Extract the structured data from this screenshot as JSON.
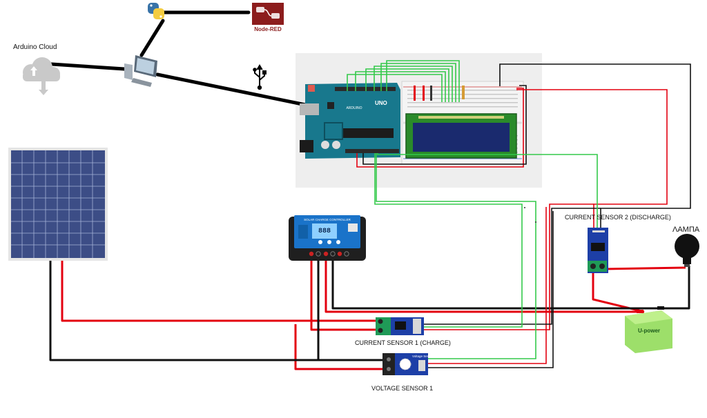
{
  "labels": {
    "arduino_cloud": "Arduino Cloud",
    "node_red": "Node-RED",
    "current_sensor_2": "CURRENT SENSOR 2 (DISCHARGE)",
    "current_sensor_1": "CURRENT SENSOR 1 (CHARGE)",
    "voltage_sensor_1": "VOLTAGE SENSOR 1",
    "lamp": "ΛΑΜΠΑ"
  },
  "device_text": {
    "arduino_brand": "ARDUINO",
    "arduino_model": "UNO",
    "charge_controller_title": "SOLAR CHARGE CONTROLLER",
    "charge_controller_display": "888",
    "battery_brand": "U-power",
    "voltage_sensor_name": "Voltage Sensor"
  },
  "wire_colors": {
    "power_positive": "#e3000f",
    "ground": "#111111",
    "signal": "#33c94a"
  },
  "icons": [
    "python-icon",
    "node-red-icon",
    "cloud-icon",
    "computer-icon",
    "usb-icon"
  ]
}
